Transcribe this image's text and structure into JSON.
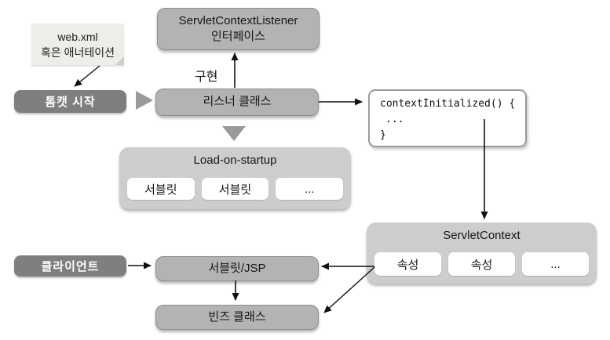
{
  "diagram": {
    "note": {
      "line1": "web.xml",
      "line2": "혹은 애너테이션"
    },
    "interface_box": {
      "line1": "ServletContextListener",
      "line2": "인터페이스"
    },
    "implement_label": "구현",
    "tomcat_box": {
      "label": "톰캣 시작"
    },
    "listener_box": {
      "label": "리스너 클래스"
    },
    "code_box": {
      "line1": "contextInitialized() {",
      "line2": "...",
      "line3": "}"
    },
    "startup_container": {
      "title": "Load-on-startup",
      "items": [
        "서블릿",
        "서블릿",
        "..."
      ]
    },
    "context_container": {
      "title": "ServletContext",
      "items": [
        "속성",
        "속성",
        "..."
      ]
    },
    "client_box": {
      "label": "클라이언트"
    },
    "servlet_jsp_box": {
      "label": "서블릿/JSP"
    },
    "beans_box": {
      "label": "빈즈 클래스"
    },
    "colors": {
      "dark_box": "#7f7f7f",
      "medium_box": "#b3b3b3",
      "container": "#cdcdcd",
      "white_item": "#ffffff",
      "triangle": "#9a9a9a",
      "note_bg": "#edede9",
      "arrow": "#111111"
    }
  }
}
